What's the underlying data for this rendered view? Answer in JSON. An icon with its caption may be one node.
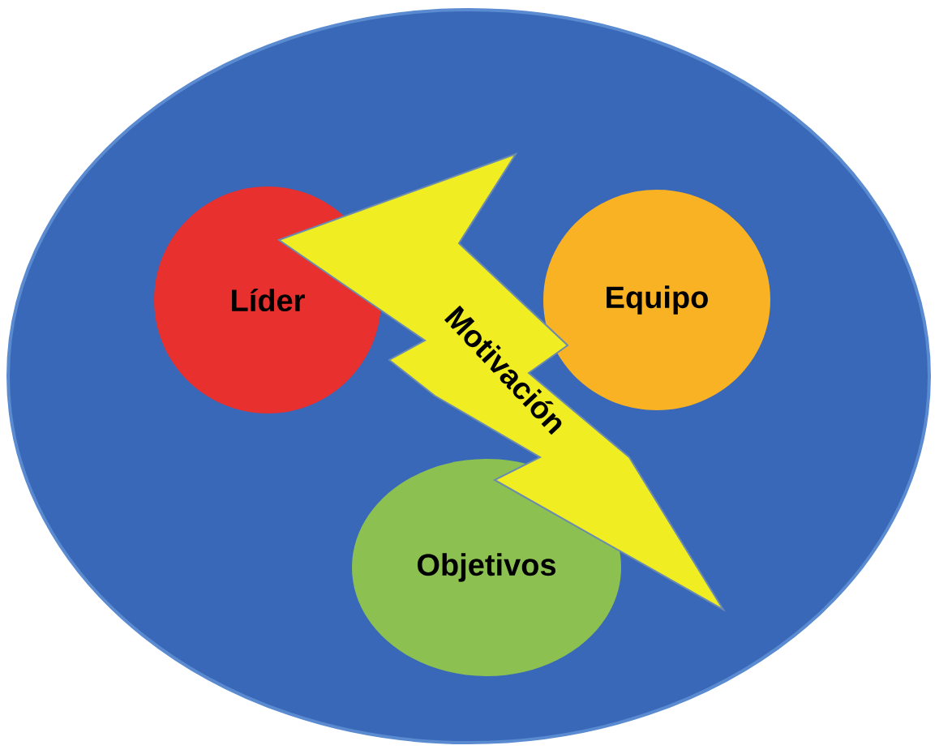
{
  "diagram": {
    "nodes": [
      {
        "text": [],
        "shape": "ellipse"
      },
      {
        "text": [
          "Líder"
        ],
        "in": 0
      },
      {
        "text": [
          "Equipo"
        ],
        "in": 0
      },
      {
        "text": [
          "Objetivos"
        ],
        "in": 0
      },
      {
        "text": [
          "Motivación"
        ],
        "in": 0
      }
    ]
  }
}
